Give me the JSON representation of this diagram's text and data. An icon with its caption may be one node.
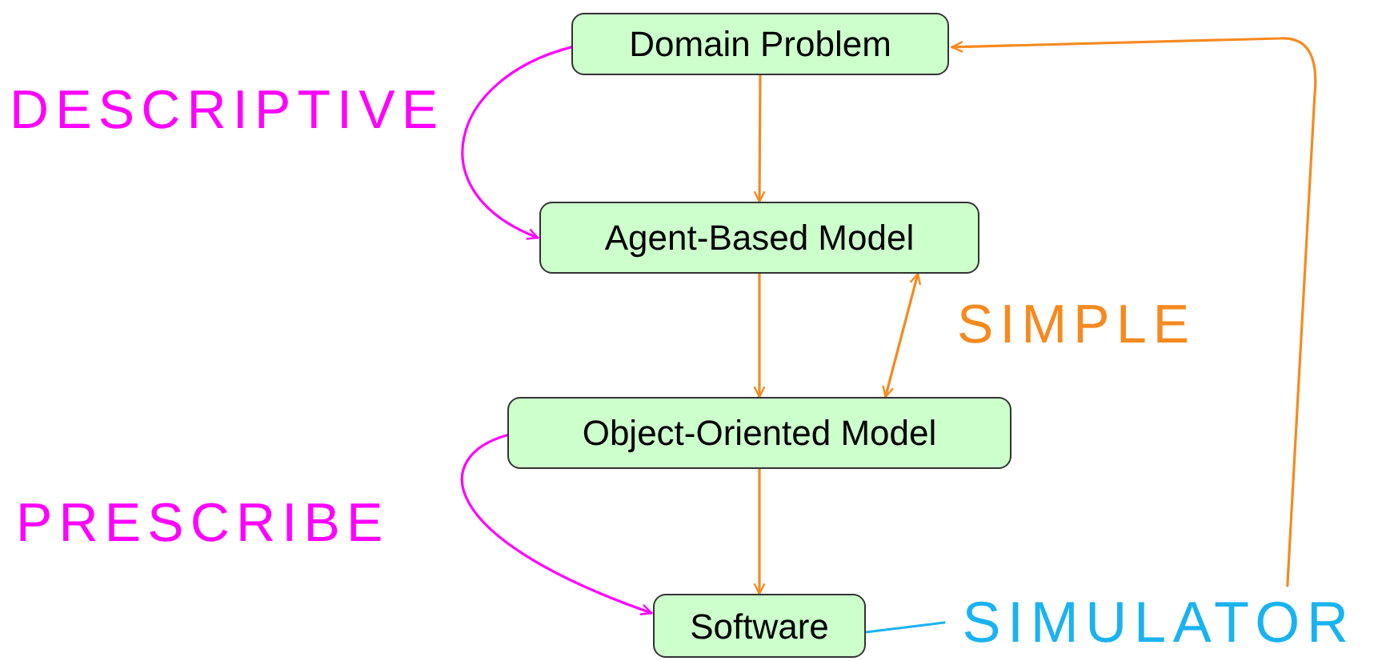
{
  "diagram": {
    "nodes": [
      {
        "text": [
          "Domain Problem"
        ]
      },
      {
        "text": [
          "Agent-Based Model"
        ]
      },
      {
        "text": [
          "Object-Oriented Model"
        ]
      },
      {
        "text": [
          "Software"
        ]
      },
      {
        "text": [
          "SIMULATOR"
        ]
      }
    ],
    "edges": [
      {
        "from": 0,
        "to": 1,
        "arrow": "to"
      },
      {
        "from": 1,
        "to": 2,
        "arrow": "to"
      },
      {
        "from": 2,
        "to": 3,
        "arrow": "to"
      },
      {
        "from": 0,
        "to": 1,
        "arrow": "to",
        "label": "DESCRIPTIVE",
        "color": "#ff00ff"
      },
      {
        "from": 2,
        "to": 3,
        "arrow": "to",
        "label": "PRESCRIBE",
        "color": "#ff00ff"
      },
      {
        "from": 1,
        "to": 2,
        "arrow": "both",
        "label": "SIMPLE"
      },
      {
        "from": 4,
        "to": 0,
        "arrow": "to"
      },
      {
        "from": 3,
        "to": 4,
        "arrow": "none",
        "color": "#1ab2f0"
      }
    ]
  }
}
